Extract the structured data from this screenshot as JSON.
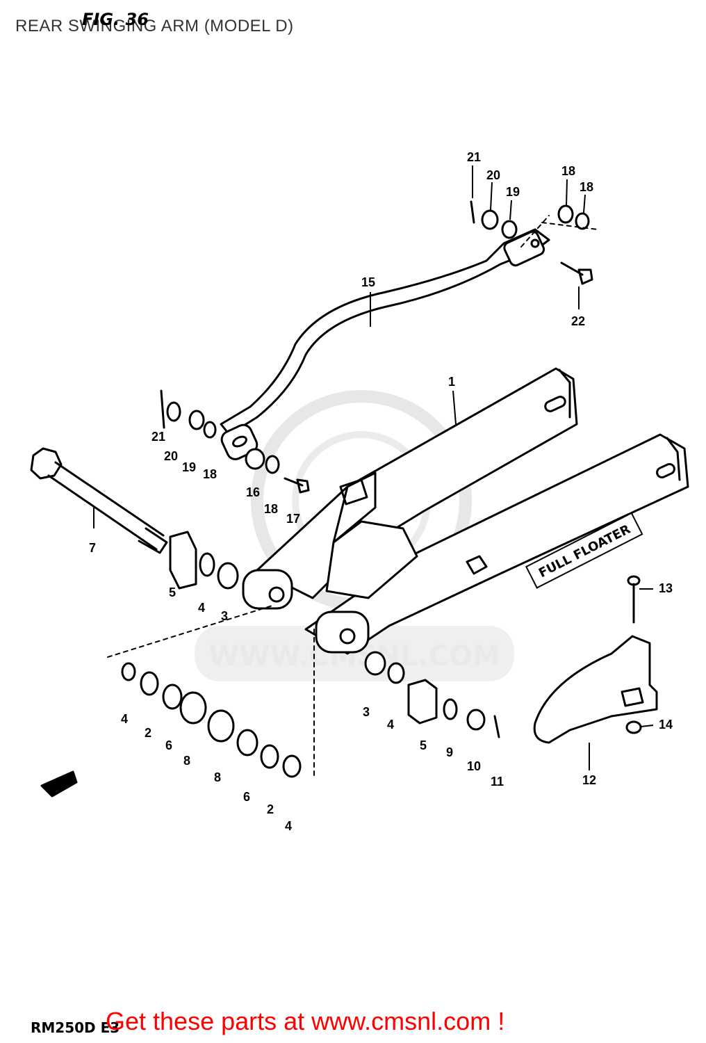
{
  "header": {
    "title": "REAR SWINGING ARM (MODEL D)",
    "figure": "FIG. 36"
  },
  "footer": {
    "model": "RM250D  E3",
    "promo": "Get these parts at www.cmsnl.com !"
  },
  "watermark": {
    "text": "WWW.CMSNL.COM"
  },
  "frame_text": {
    "brand": "FULL FLOATER"
  },
  "callouts": [
    "21",
    "20",
    "19",
    "18",
    "18",
    "15",
    "22",
    "1",
    "21",
    "20",
    "19",
    "18",
    "16",
    "18",
    "17",
    "7",
    "5",
    "4",
    "3",
    "13",
    "4",
    "2",
    "6",
    "8",
    "8",
    "6",
    "2",
    "4",
    "3",
    "4",
    "5",
    "9",
    "10",
    "11",
    "12",
    "14"
  ],
  "icons": {
    "front_arrow": "front-direction-arrow-icon"
  }
}
